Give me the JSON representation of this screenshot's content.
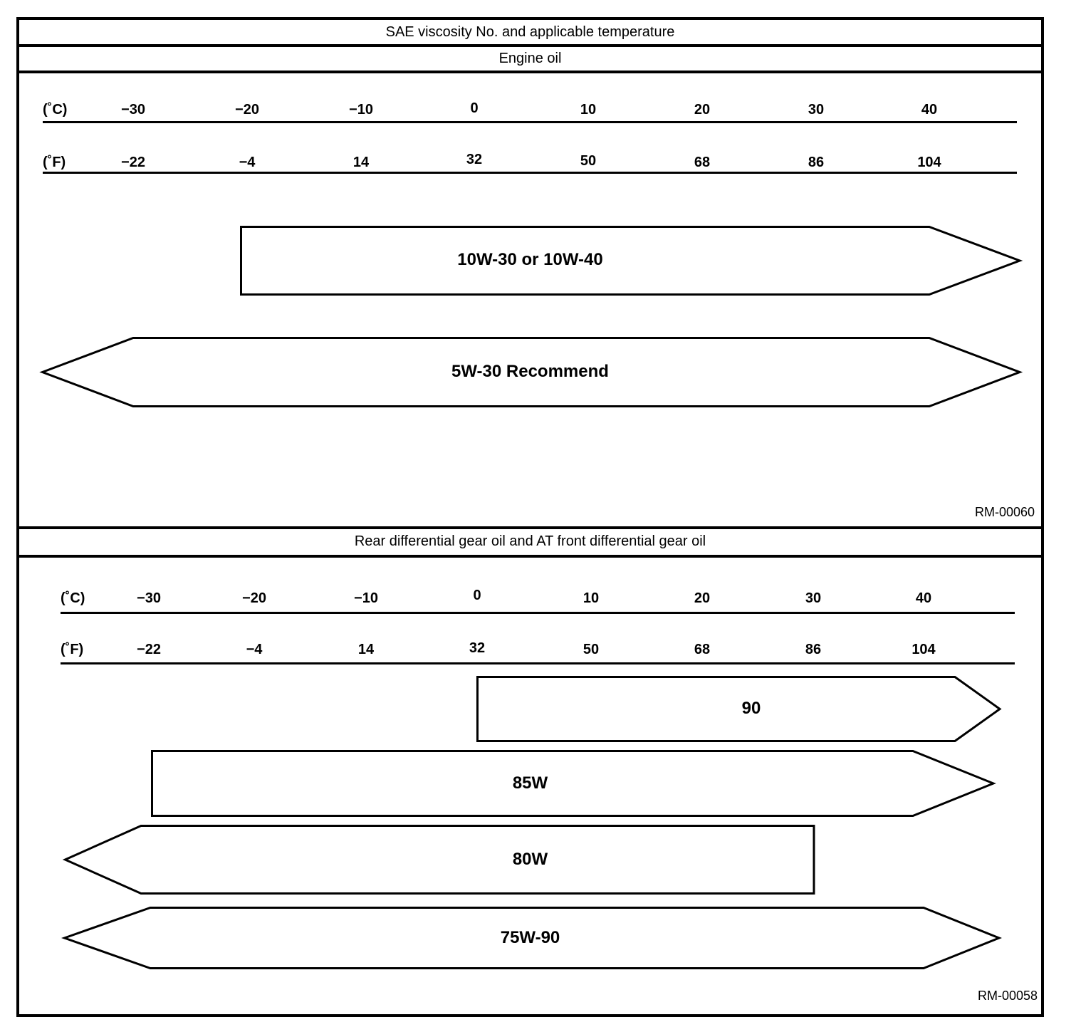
{
  "figure": {
    "title": "SAE viscosity No. and applicable temperature"
  },
  "sections": [
    {
      "title": "Engine oil",
      "celsius_unit": "(˚C)",
      "fahrenheit_unit": "(˚F)",
      "celsius_ticks": [
        "−30",
        "−20",
        "−10",
        "0",
        "10",
        "20",
        "30",
        "40"
      ],
      "fahrenheit_ticks": [
        "−22",
        "−4",
        "14",
        "32",
        "50",
        "68",
        "86",
        "104"
      ],
      "arrows": [
        {
          "label": "10W-30 or 10W-40"
        },
        {
          "label": "5W-30 Recommend"
        }
      ],
      "code": "RM-00060"
    },
    {
      "title": "Rear differential gear oil and AT front differential gear oil",
      "celsius_unit": "(˚C)",
      "fahrenheit_unit": "(˚F)",
      "celsius_ticks": [
        "−30",
        "−20",
        "−10",
        "0",
        "10",
        "20",
        "30",
        "40"
      ],
      "fahrenheit_ticks": [
        "−22",
        "−4",
        "14",
        "32",
        "50",
        "68",
        "86",
        "104"
      ],
      "arrows": [
        {
          "label": "90"
        },
        {
          "label": "85W"
        },
        {
          "label": "80W"
        },
        {
          "label": "75W-90"
        }
      ],
      "code": "RM-00058"
    }
  ],
  "chart_data": [
    {
      "type": "range-bars",
      "title": "Engine oil",
      "parent_title": "SAE viscosity No. and applicable temperature",
      "x_axes": [
        {
          "unit": "°C",
          "ticks": [
            -30,
            -20,
            -10,
            0,
            10,
            20,
            30,
            40
          ]
        },
        {
          "unit": "°F",
          "ticks": [
            -22,
            -4,
            14,
            32,
            50,
            68,
            86,
            104
          ]
        }
      ],
      "bars": [
        {
          "label": "10W-30 or 10W-40",
          "min_c": -20,
          "max_c": 40,
          "open_low": false,
          "open_high": true
        },
        {
          "label": "5W-30 Recommend",
          "min_c": -30,
          "max_c": 40,
          "open_low": true,
          "open_high": true
        }
      ],
      "code": "RM-00060"
    },
    {
      "type": "range-bars",
      "title": "Rear differential gear oil and AT front differential gear oil",
      "x_axes": [
        {
          "unit": "°C",
          "ticks": [
            -30,
            -20,
            -10,
            0,
            10,
            20,
            30,
            40
          ]
        },
        {
          "unit": "°F",
          "ticks": [
            -22,
            -4,
            14,
            32,
            50,
            68,
            86,
            104
          ]
        }
      ],
      "bars": [
        {
          "label": "90",
          "min_c": 0,
          "max_c": 40,
          "open_low": false,
          "open_high": true
        },
        {
          "label": "85W",
          "min_c": -30,
          "max_c": 40,
          "open_low": false,
          "open_high": true
        },
        {
          "label": "80W",
          "min_c": -30,
          "max_c": 30,
          "open_low": true,
          "open_high": false
        },
        {
          "label": "75W-90",
          "min_c": -30,
          "max_c": 40,
          "open_low": true,
          "open_high": true
        }
      ],
      "code": "RM-00058"
    }
  ]
}
